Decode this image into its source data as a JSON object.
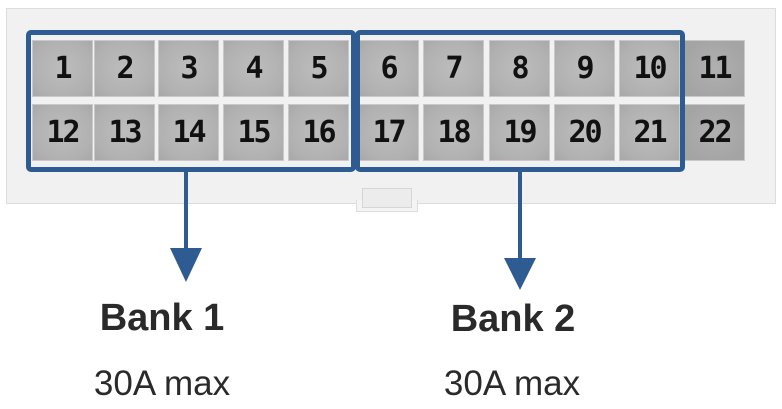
{
  "connector": {
    "top_row": [
      "1",
      "2",
      "3",
      "4",
      "5",
      "6",
      "7",
      "8",
      "9",
      "10",
      "11"
    ],
    "bottom_row": [
      "12",
      "13",
      "14",
      "15",
      "16",
      "17",
      "18",
      "19",
      "20",
      "21",
      "22"
    ]
  },
  "banks": [
    {
      "name": "Bank 1",
      "rating": "30A max"
    },
    {
      "name": "Bank 2",
      "rating": "30A max"
    }
  ],
  "colors": {
    "bank_frame": "#2f5b93",
    "pin_fill": "#b5b5b5",
    "housing": "#f1f1f1",
    "label_text": "#2a2a2a"
  }
}
